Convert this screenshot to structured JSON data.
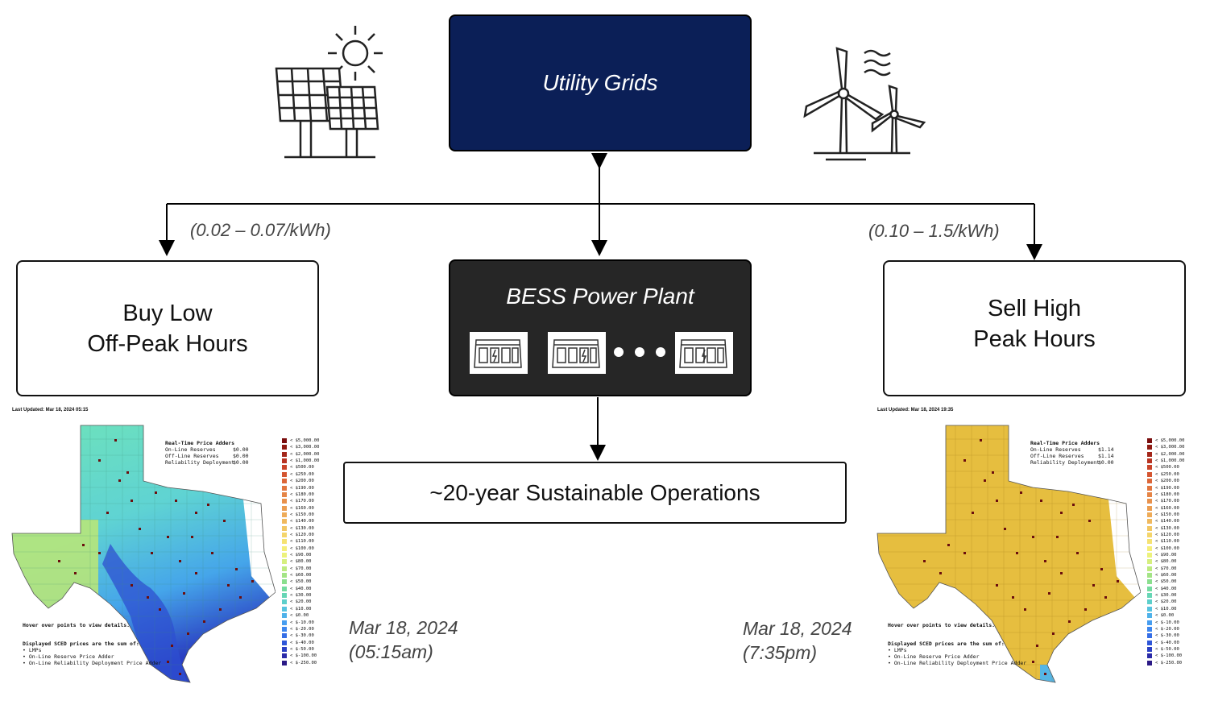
{
  "top": {
    "title": "Utility Grids"
  },
  "left_box": {
    "line1": "Buy Low",
    "line2": "Off-Peak Hours"
  },
  "right_box": {
    "line1": "Sell High",
    "line2": "Peak Hours"
  },
  "center_box": {
    "title": "BESS Power Plant"
  },
  "bottom_box": {
    "label": "~20-year Sustainable Operations"
  },
  "prices": {
    "low": "(0.02 – 0.07/kWh)",
    "high": "(0.10 – 1.5/kWh)"
  },
  "dates": {
    "left": {
      "date": "Mar 18, 2024",
      "time": "(05:15am)"
    },
    "right": {
      "date": "Mar 18, 2024",
      "time": "(7:35pm)"
    }
  },
  "icons": [
    "solar-panel-icon",
    "wind-turbine-icon",
    "battery-cabinet-icon"
  ],
  "colors": {
    "navy": "#0b1f57",
    "dark": "#262626",
    "offpeak_map": "#6fd9c9",
    "peak_map": "#e6be3f"
  },
  "maps": {
    "left": {
      "updated": "Last Updated: Mar 18, 2024 05:15",
      "adders_title": "Real-Time Price Adders",
      "adders": [
        {
          "label": "On-Line Reserves",
          "value": "$0.00"
        },
        {
          "label": "Off-Line Reserves",
          "value": "$0.00"
        },
        {
          "label": "Reliability Deployment",
          "value": "$0.00"
        }
      ],
      "hover": "Hover over points to view details.",
      "footer_title": "Displayed SCED prices are the sum of:",
      "footer_items": [
        "• LMPs",
        "• On-Line Reserve Price Adder",
        "• On-Line Reliability Deployment Price Adder"
      ]
    },
    "right": {
      "updated": "Last Updated: Mar 18, 2024 19:35",
      "adders_title": "Real-Time Price Adders",
      "adders": [
        {
          "label": "On-Line Reserves",
          "value": "$1.14"
        },
        {
          "label": "Off-Line Reserves",
          "value": "$1.14"
        },
        {
          "label": "Reliability Deployment",
          "value": "$0.00"
        }
      ],
      "hover": "Hover over points to view details.",
      "footer_title": "Displayed SCED prices are the sum of:",
      "footer_items": [
        "• LMPs",
        "• On-Line Reserve Price Adder",
        "• On-Line Reliability Deployment Price Adder"
      ]
    },
    "legend": [
      {
        "label": "< $5,000.00",
        "color": "#7a0d0d"
      },
      {
        "label": "< $3,000.00",
        "color": "#8f1a12"
      },
      {
        "label": "< $2,000.00",
        "color": "#a3261a"
      },
      {
        "label": "< $1,000.00",
        "color": "#b83322"
      },
      {
        "label": "< $500.00",
        "color": "#c9442a"
      },
      {
        "label": "< $250.00",
        "color": "#d45531"
      },
      {
        "label": "< $200.00",
        "color": "#dc6638"
      },
      {
        "label": "< $190.00",
        "color": "#e2763f"
      },
      {
        "label": "< $180.00",
        "color": "#e58446"
      },
      {
        "label": "< $170.00",
        "color": "#e8914c"
      },
      {
        "label": "< $160.00",
        "color": "#eb9e52"
      },
      {
        "label": "< $150.00",
        "color": "#eeab58"
      },
      {
        "label": "< $140.00",
        "color": "#f0b95e"
      },
      {
        "label": "< $130.00",
        "color": "#f2c764"
      },
      {
        "label": "< $120.00",
        "color": "#f4d56b"
      },
      {
        "label": "< $110.00",
        "color": "#f5e272"
      },
      {
        "label": "< $100.00",
        "color": "#f5ee7a"
      },
      {
        "label": "< $90.00",
        "color": "#ecf27c"
      },
      {
        "label": "< $80.00",
        "color": "#d6ef7e"
      },
      {
        "label": "< $70.00",
        "color": "#bdea80"
      },
      {
        "label": "< $60.00",
        "color": "#a3e485"
      },
      {
        "label": "< $50.00",
        "color": "#8adf8e"
      },
      {
        "label": "< $40.00",
        "color": "#74dba0"
      },
      {
        "label": "< $30.00",
        "color": "#66d6b5"
      },
      {
        "label": "< $20.00",
        "color": "#5dcfcb"
      },
      {
        "label": "< $10.00",
        "color": "#57c3df"
      },
      {
        "label": "< $0.00",
        "color": "#4fb2ea"
      },
      {
        "label": "< $-10.00",
        "color": "#469df0"
      },
      {
        "label": "< $-20.00",
        "color": "#3d86ee"
      },
      {
        "label": "< $-30.00",
        "color": "#356ee6"
      },
      {
        "label": "< $-40.00",
        "color": "#2e56d8"
      },
      {
        "label": "< $-50.00",
        "color": "#2a40c4"
      },
      {
        "label": "< $-100.00",
        "color": "#2a2aa8"
      },
      {
        "label": "< $-250.00",
        "color": "#2b1a86"
      }
    ]
  }
}
